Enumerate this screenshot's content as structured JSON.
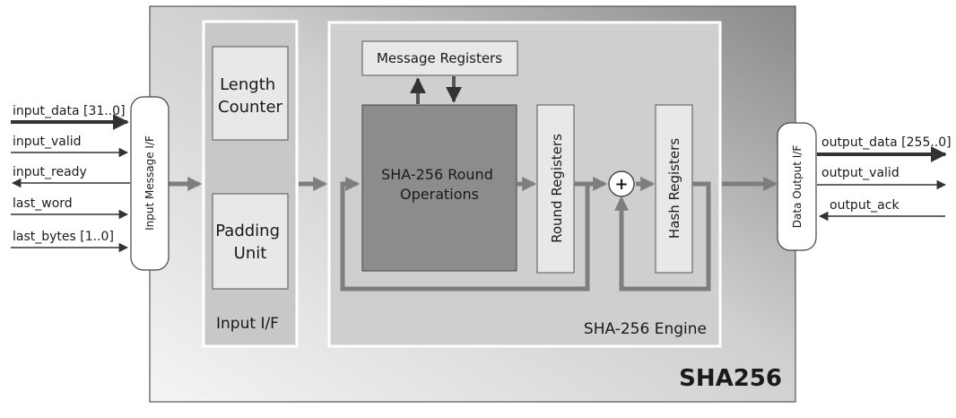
{
  "outer_title": "SHA256",
  "input_interface_label": "Input Message I/F",
  "output_interface_label": "Data Output I/F",
  "input_if_block": {
    "title": "Input I/F",
    "length_counter": [
      "Length",
      "Counter"
    ],
    "padding_unit": [
      "Padding",
      "Unit"
    ]
  },
  "engine": {
    "title": "SHA-256 Engine",
    "message_registers": "Message Registers",
    "round_operations": [
      "SHA-256 Round",
      "Operations"
    ],
    "round_registers": "Round Registers",
    "hash_registers": "Hash Registers",
    "adder_symbol": "+"
  },
  "input_signals": [
    "input_data [31..0]",
    "input_valid",
    "input_ready",
    "last_word",
    "last_bytes [1..0]"
  ],
  "output_signals": [
    "output_data [255..0]",
    "output_valid",
    "output_ack"
  ],
  "colors": {
    "outer_light": "#f0f0f0",
    "outer_dark": "#8a8a8a",
    "input_if_fill": "#c8c8c8",
    "engine_fill": "#cfcfcf",
    "round_ops_fill": "#8c8c8c",
    "register_fill": "#e8e8e8",
    "arrow_gray": "#8a8a8a",
    "line_dark": "#333333"
  }
}
